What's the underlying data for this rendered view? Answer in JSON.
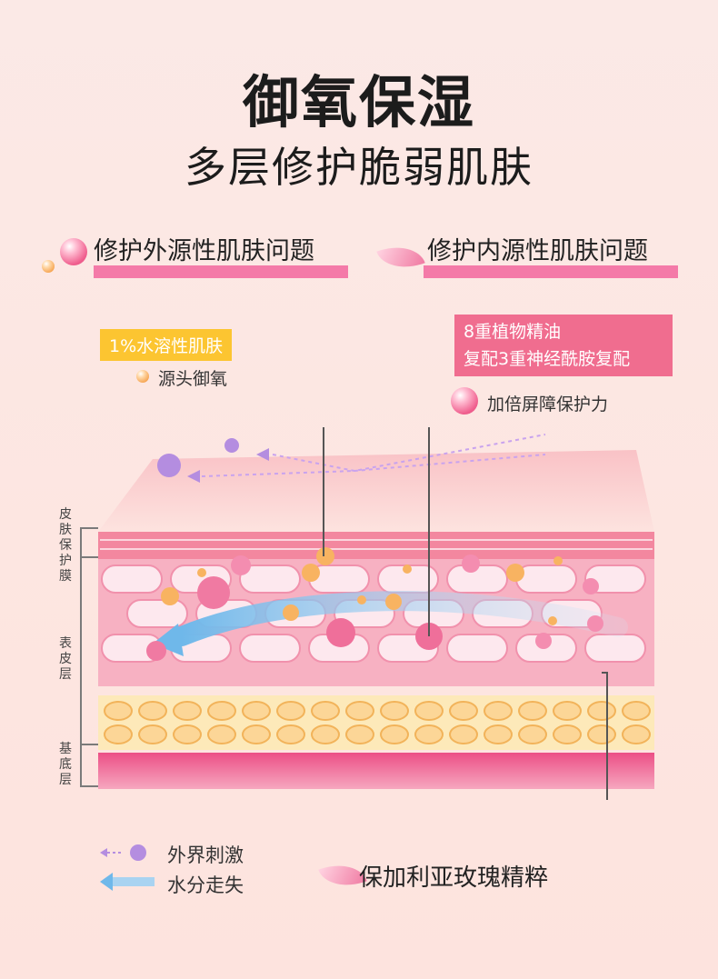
{
  "title": {
    "line1": "御氧保湿",
    "line2": "多层修护脆弱肌肤"
  },
  "sections": {
    "left": "修护外源性肌肤问题",
    "right": "修护内源性肌肤问题"
  },
  "callouts": {
    "water_soluble": "1%水溶性肌肤",
    "source_oxygen": "源头御氧",
    "plant_oil_line1": "8重植物精油",
    "plant_oil_line2": "复配3重神经酰胺复配",
    "barrier": "加倍屏障保护力",
    "rose": "保加利亚玫瑰精粹"
  },
  "layers": {
    "film": "皮肤保护膜",
    "epidermis": "表皮层",
    "basal": "基底层"
  },
  "legend": {
    "irritation": "外界刺激",
    "water_loss": "水分走失"
  },
  "icons": [
    "pink-sphere-icon",
    "orange-sphere-icon",
    "rose-petal-icon",
    "virus-icon",
    "water-arrow-icon"
  ],
  "colors": {
    "accent_pink": "#f47aa8",
    "tag_yellow": "#fcc531",
    "tag_pink": "#f06d8f"
  }
}
